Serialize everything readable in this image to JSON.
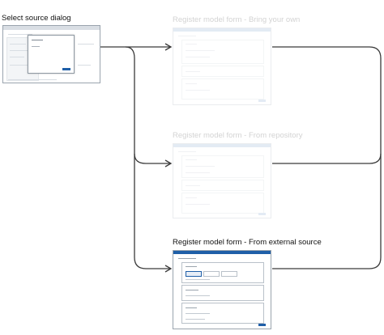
{
  "steps": [
    {
      "id": "select-source",
      "label": "Select source dialog",
      "active": true
    },
    {
      "id": "bring-your-own",
      "label": "Register model form  - Bring your own",
      "active": false
    },
    {
      "id": "from-repository",
      "label": "Register model form  - From repository",
      "active": false
    },
    {
      "id": "from-external-source",
      "label": "Register model form  - From external source",
      "active": true
    }
  ],
  "colors": {
    "connector": "#3a3a3a",
    "faded_text": "#d3d3d3",
    "active_text": "#111111",
    "header_blue": "#1f5fa8",
    "faded_header": "#b7cbe3"
  }
}
